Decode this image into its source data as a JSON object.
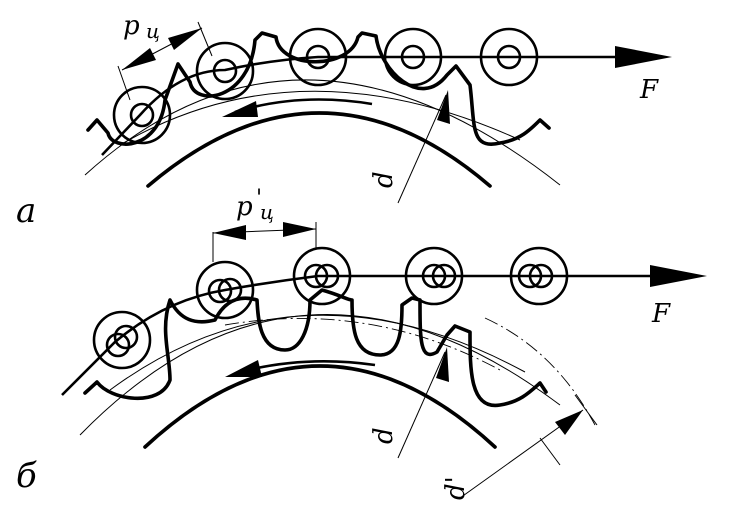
{
  "figure_a": {
    "panel_label": "а",
    "pitch_label": "p",
    "pitch_subscript": "ц",
    "diameter_label": "d",
    "force_label": "F"
  },
  "figure_b": {
    "panel_label": "б",
    "pitch_label": "p",
    "pitch_prime": "'",
    "pitch_subscript": "ц",
    "diameter_label": "d",
    "diameter2_label": "d'",
    "force_label": "F"
  }
}
